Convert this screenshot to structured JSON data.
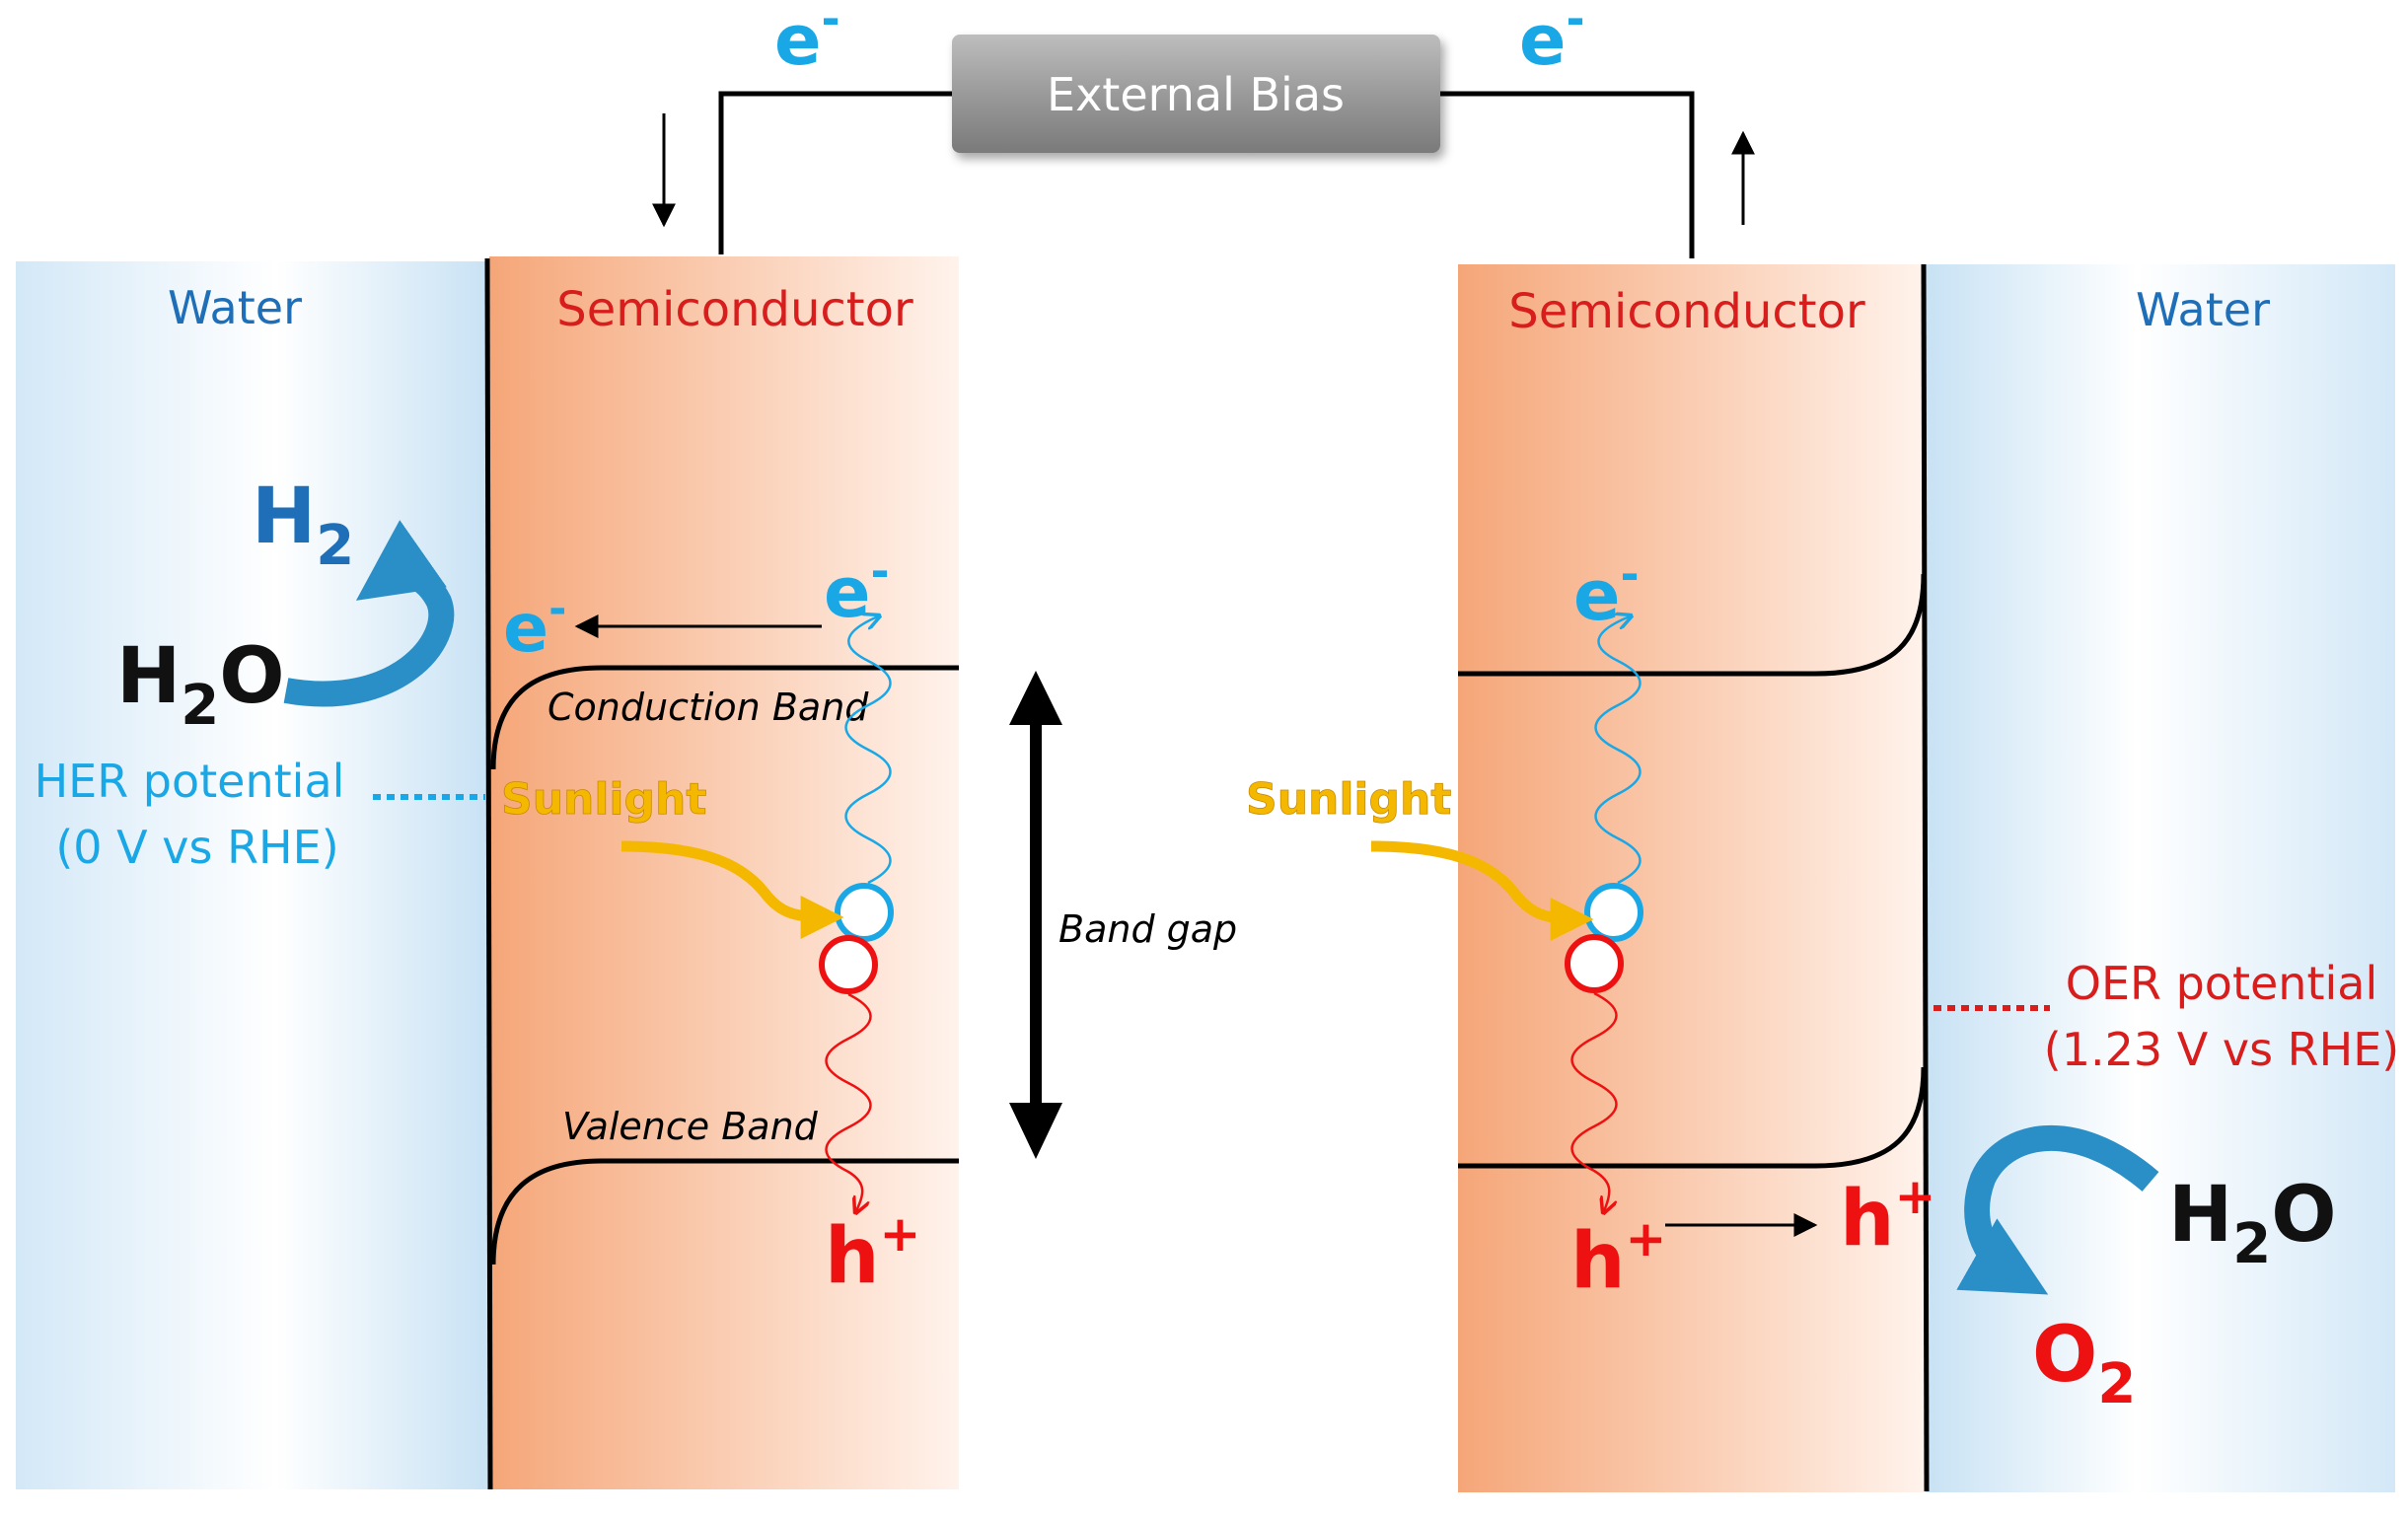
{
  "labels": {
    "external_bias": "External Bias",
    "water_left": "Water",
    "water_right": "Water",
    "semiconductor_left": "Semiconductor",
    "semiconductor_right": "Semiconductor",
    "conduction_band": "Conduction Band",
    "valence_band": "Valence Band",
    "band_gap": "Band gap",
    "sunlight_left": "Sunlight",
    "sunlight_right": "Sunlight",
    "her_potential_line1": "HER potential",
    "her_potential_line2": "(0 V vs RHE)",
    "oer_potential_line1": "OER potential",
    "oer_potential_line2": "(1.23 V vs RHE)",
    "electron_base": "e",
    "electron_charge": "-",
    "hole_base": "h",
    "hole_charge": "+",
    "h2_base": "H",
    "h2_sub": "2",
    "water_H": "H",
    "water_sub": "2",
    "water_O": "O",
    "o2_base": "O",
    "o2_sub": "2"
  },
  "colors": {
    "water_blue": "#cfe6f6",
    "semiconductor_orange": "#f7b089",
    "electron_cyan": "#1aa7e6",
    "hole_red": "#ee1111",
    "label_blue": "#1f6fb8",
    "label_red": "#d81d1d",
    "sunlight_gold": "#f5b800",
    "arrow_blue": "#2a8fc7",
    "bias_gray": "#8c8c8c"
  }
}
